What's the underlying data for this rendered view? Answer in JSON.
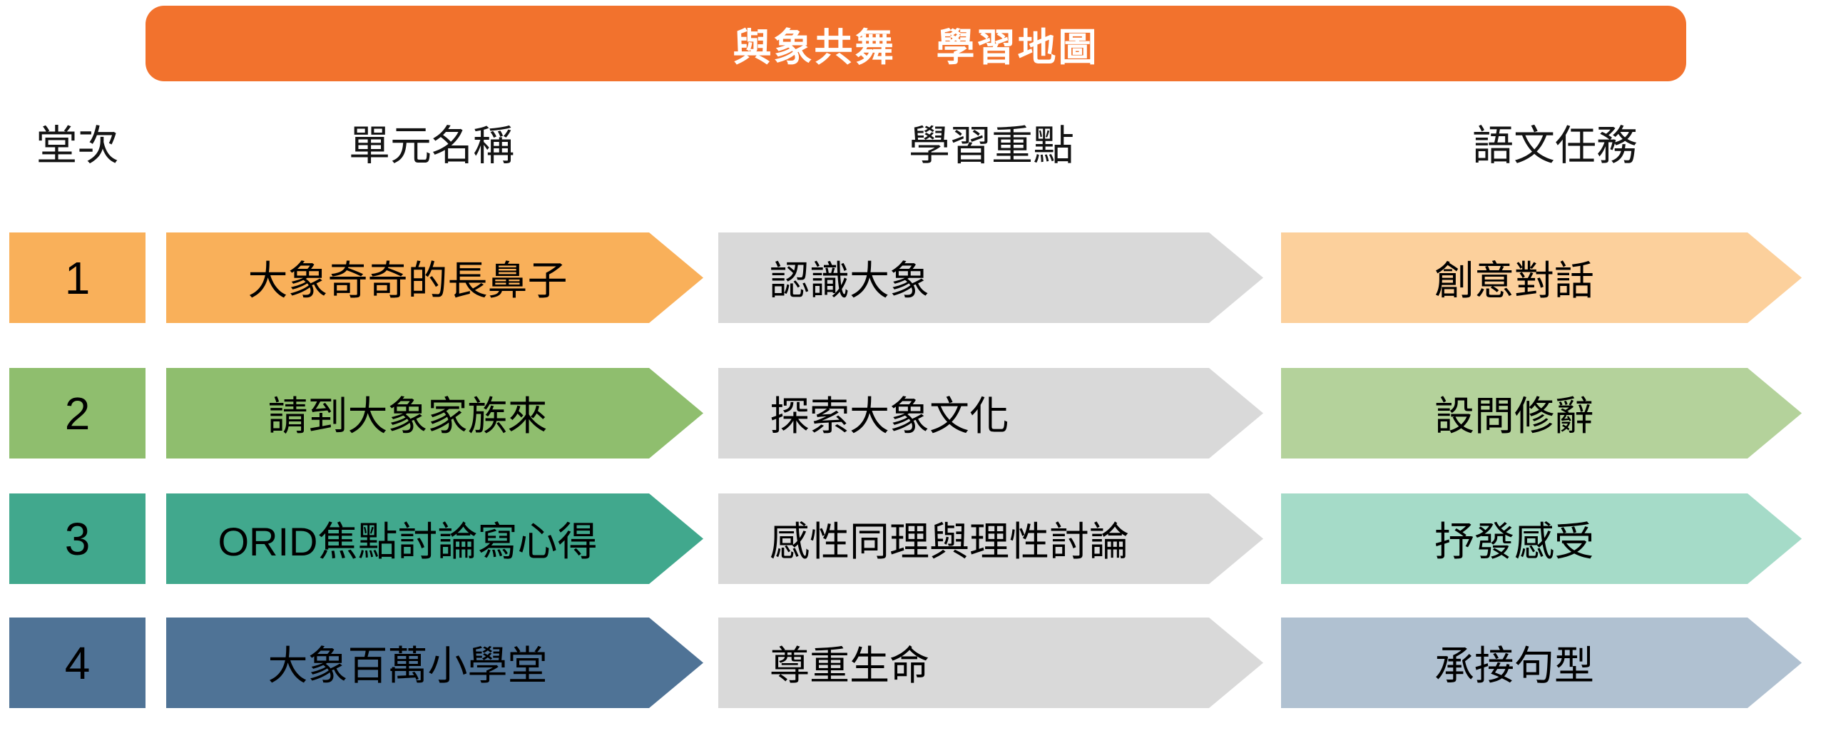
{
  "title": "與象共舞　學習地圖",
  "columns": [
    {
      "label": "堂次"
    },
    {
      "label": "單元名稱"
    },
    {
      "label": "學習重點"
    },
    {
      "label": "語文任務"
    }
  ],
  "rows": [
    {
      "session": "1",
      "unit": "大象奇奇的長鼻子",
      "focus": "認識大象",
      "task": "創意對話",
      "unit_color": "#F9B05A",
      "task_color": "#FCD09C"
    },
    {
      "session": "2",
      "unit": "請到大象家族來",
      "focus": "探索大象文化",
      "task": "設問修辭",
      "unit_color": "#8FBE6E",
      "task_color": "#B4D29B"
    },
    {
      "session": "3",
      "unit": "ORID焦點討論寫心得",
      "focus": "感性同理與理性討論",
      "task": "抒發感受",
      "unit_color": "#41A88D",
      "task_color": "#A5DBC8"
    },
    {
      "session": "4",
      "unit": "大象百萬小學堂",
      "focus": "尊重生命",
      "task": "承接句型",
      "unit_color": "#4F7396",
      "task_color": "#B0C1D1"
    }
  ],
  "colors": {
    "title_bg": "#F2722D",
    "title_text": "#FFFFFF",
    "focus_bg": "#D9D9D9",
    "body_text": "#000000",
    "background": "#FFFFFF"
  }
}
